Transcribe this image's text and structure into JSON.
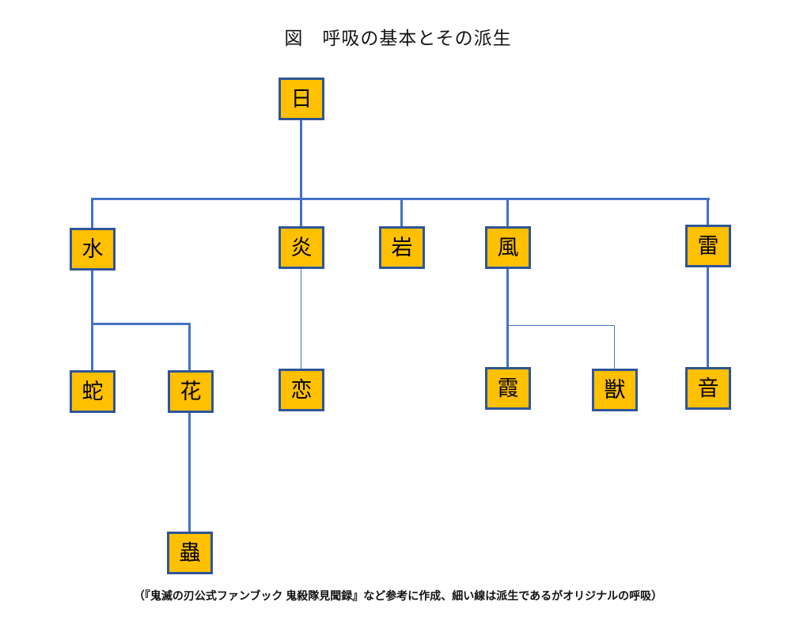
{
  "diagram": {
    "title": "図　呼吸の基本とその派生",
    "caption": "（『鬼滅の刃公式ファンブック 鬼殺隊見聞録』など参考に作成、細い線は派生であるがオリジナルの呼吸）",
    "nodes": {
      "sun": {
        "label": "日"
      },
      "water": {
        "label": "水"
      },
      "flame": {
        "label": "炎"
      },
      "rock": {
        "label": "岩"
      },
      "wind": {
        "label": "風"
      },
      "thunder": {
        "label": "雷"
      },
      "serpent": {
        "label": "蛇"
      },
      "flower": {
        "label": "花"
      },
      "love": {
        "label": "恋"
      },
      "mist": {
        "label": "霞"
      },
      "beast": {
        "label": "獣"
      },
      "sound": {
        "label": "音"
      },
      "insect": {
        "label": "蟲"
      }
    },
    "edges": [
      {
        "from": "sun",
        "to": "water",
        "style": "thick"
      },
      {
        "from": "sun",
        "to": "flame",
        "style": "thick"
      },
      {
        "from": "sun",
        "to": "rock",
        "style": "thick"
      },
      {
        "from": "sun",
        "to": "wind",
        "style": "thick"
      },
      {
        "from": "sun",
        "to": "thunder",
        "style": "thick"
      },
      {
        "from": "water",
        "to": "serpent",
        "style": "thick"
      },
      {
        "from": "water",
        "to": "flower",
        "style": "thick"
      },
      {
        "from": "flame",
        "to": "love",
        "style": "thin"
      },
      {
        "from": "wind",
        "to": "mist",
        "style": "thick"
      },
      {
        "from": "wind",
        "to": "beast",
        "style": "thin"
      },
      {
        "from": "thunder",
        "to": "sound",
        "style": "thick"
      },
      {
        "from": "flower",
        "to": "insect",
        "style": "thick"
      }
    ],
    "colors": {
      "node_fill": "#FFC000",
      "node_border": "#2F5597",
      "connector": "#4472C4"
    }
  }
}
